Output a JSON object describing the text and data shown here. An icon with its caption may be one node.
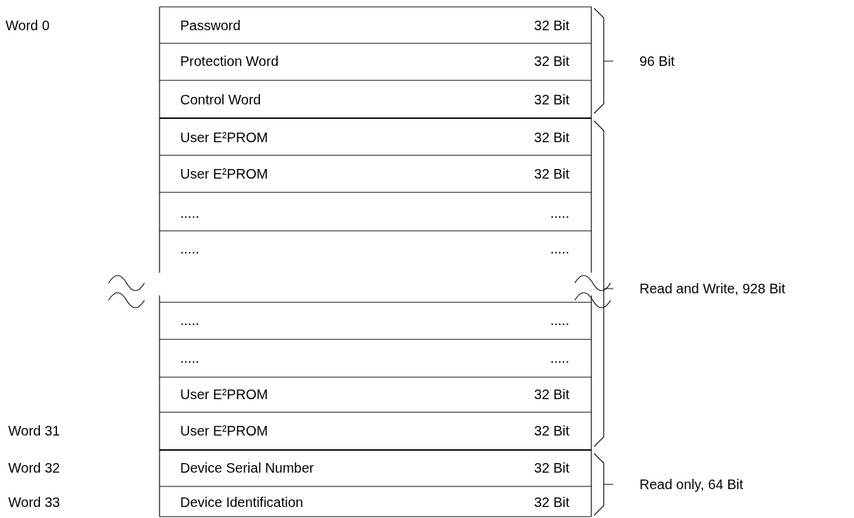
{
  "diagram": {
    "labels": [
      "Word 0",
      "Password",
      "32 Bit",
      "Protection Word",
      "32 Bit",
      "96 Bit",
      "Control Word",
      "32 Bit",
      "User E²PROM",
      "32 Bit",
      "User E²PROM",
      "32 Bit",
      ".....",
      ".....",
      ".....",
      ".....",
      "Read and Write, 928 Bit",
      ".....",
      ".....",
      ".....",
      ".....",
      "User E²PROM",
      "32 Bit",
      "Word 31",
      "User E²PROM",
      "32 Bit",
      "Word 32",
      "Device Serial Number",
      "32 Bit",
      "Read only, 64 Bit",
      "Word 33",
      "Device Identification",
      "32 Bit"
    ]
  }
}
